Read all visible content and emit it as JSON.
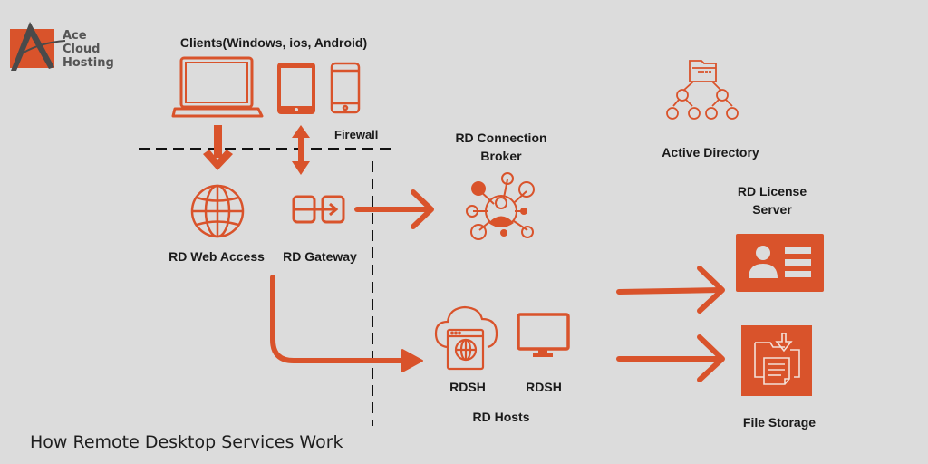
{
  "brand": {
    "name_line1": "Ace",
    "name_line2": "Cloud",
    "name_line3": "Hosting",
    "color": "#d9532b"
  },
  "colors": {
    "accent": "#d9532b",
    "background": "#dcdcdc",
    "text": "#1a1a1a",
    "firewall_line": "#111111"
  },
  "diagram": {
    "title": "How Remote Desktop Services Work",
    "nodes": {
      "clients": {
        "label": "Clients(Windows, ios, Android)",
        "icons": [
          "laptop-icon",
          "tablet-icon",
          "smartphone-icon"
        ]
      },
      "firewall": {
        "label": "Firewall"
      },
      "rd_web_access": {
        "label": "RD Web Access",
        "icon": "globe-icon"
      },
      "rd_gateway": {
        "label": "RD Gateway",
        "icon": "gateway-icon"
      },
      "rd_connection_broker": {
        "label_line1": "RD Connection",
        "label_line2": "Broker",
        "icon": "network-user-icon"
      },
      "active_directory": {
        "label": "Active Directory",
        "icon": "folder-tree-icon"
      },
      "rd_license_server": {
        "label_line1": "RD License",
        "label_line2": "Server",
        "icon": "id-card-icon"
      },
      "rdsh_1": {
        "label": "RDSH",
        "icon": "cloud-browser-icon"
      },
      "rdsh_2": {
        "label": "RDSH",
        "icon": "monitor-icon"
      },
      "rd_hosts": {
        "label": "RD Hosts"
      },
      "file_storage": {
        "label": "File Storage",
        "icon": "file-storage-icon"
      }
    },
    "edges": [
      {
        "from": "clients",
        "to": "rd_web_access",
        "direction": "down"
      },
      {
        "from": "clients",
        "to": "rd_gateway",
        "direction": "bidirectional"
      },
      {
        "from": "rd_gateway",
        "to": "rd_connection_broker",
        "direction": "right"
      },
      {
        "from": "rd_web_access",
        "to": "rd_hosts",
        "direction": "down-right"
      },
      {
        "from": "rd_hosts",
        "to": "rd_license_server",
        "direction": "right"
      },
      {
        "from": "rd_hosts",
        "to": "file_storage",
        "direction": "right"
      }
    ]
  }
}
